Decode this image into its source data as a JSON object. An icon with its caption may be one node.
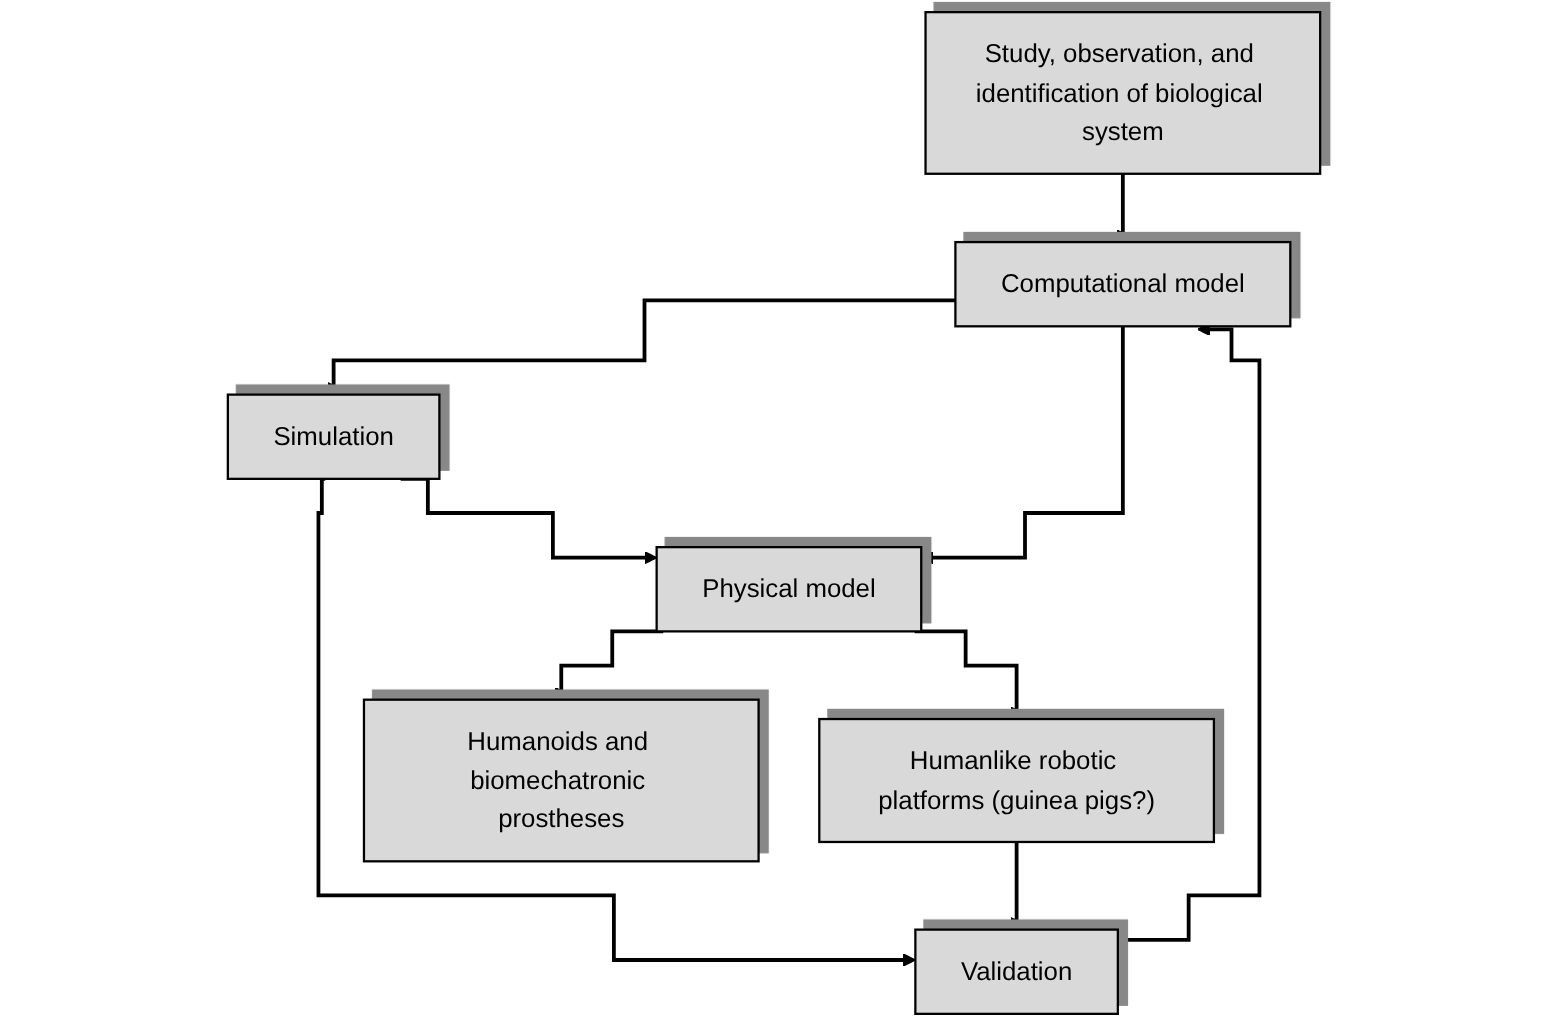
{
  "diagram": {
    "nodes": [
      {
        "text": [
          "Study, observation, and identification of biological system"
        ]
      },
      {
        "text": [
          "Computational model"
        ]
      },
      {
        "text": [
          "Simulation"
        ]
      },
      {
        "text": [
          "Validation"
        ]
      },
      {
        "text": [
          "Physical model"
        ]
      },
      {
        "text": [
          "Humanoids and biomechatronic prostheses"
        ]
      },
      {
        "text": [
          "Humanlike robotic platforms (guinea pigs?)"
        ]
      }
    ],
    "edges": [
      {
        "from": 0,
        "to": 1,
        "arrow": "to"
      },
      {
        "from": 1,
        "to": 2,
        "arrow": "to"
      },
      {
        "from": 1,
        "to": 4,
        "arrow": "to"
      },
      {
        "from": 2,
        "to": 3,
        "arrow": "to"
      },
      {
        "from": 2,
        "to": 4,
        "arrow": "to"
      },
      {
        "from": 3,
        "to": 1,
        "arrow": "to"
      },
      {
        "from": 4,
        "to": 5,
        "arrow": "to"
      },
      {
        "from": 4,
        "to": 6,
        "arrow": "to"
      },
      {
        "from": 6,
        "to": 3,
        "arrow": "to"
      }
    ]
  }
}
